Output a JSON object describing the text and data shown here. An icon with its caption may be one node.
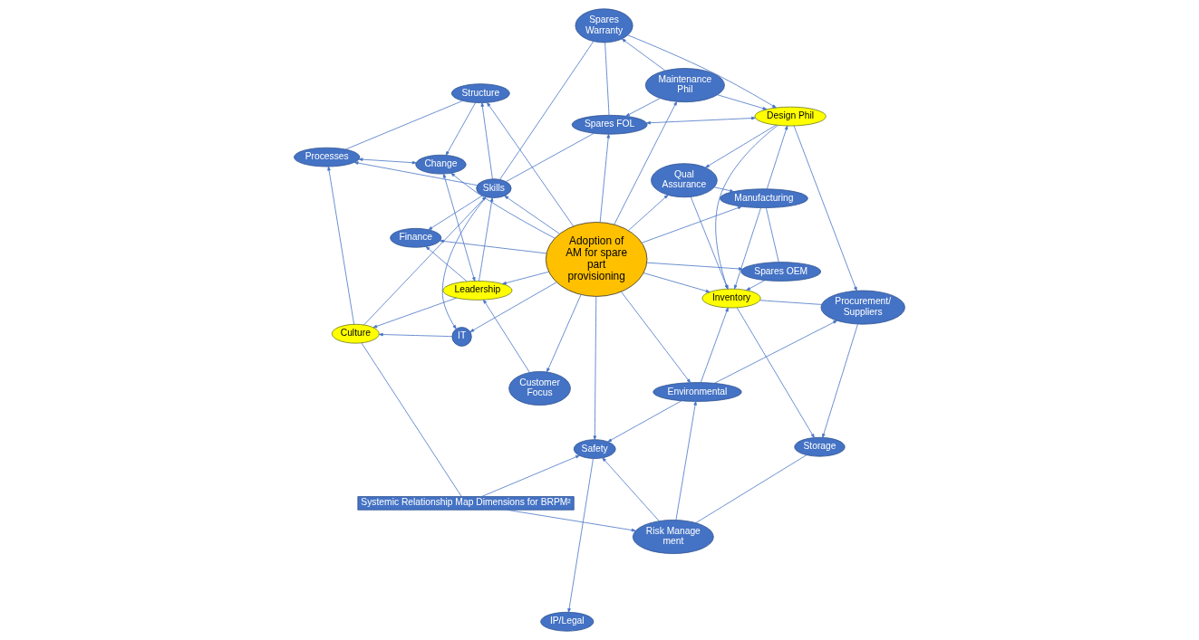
{
  "diagram": {
    "nodes": [
      {
        "text": [
          "Systemic Relationship Map Dimensions for BRPM²"
        ]
      },
      {
        "text": [
          "Culture"
        ]
      },
      {
        "text": [
          "IP/Legal"
        ]
      },
      {
        "text": [
          "Safety"
        ]
      },
      {
        "text": [
          "Risk Manage ment"
        ]
      },
      {
        "text": [
          "Storage"
        ]
      },
      {
        "text": [
          "Customer Focus"
        ]
      },
      {
        "text": [
          "Leadership"
        ]
      },
      {
        "text": [
          "IT"
        ]
      },
      {
        "text": [
          "Environmental"
        ]
      },
      {
        "text": [
          "Procurement/ Suppliers"
        ]
      },
      {
        "text": [
          "Finance"
        ]
      },
      {
        "text": [
          "Adoption of AM for spare part provisioning"
        ]
      },
      {
        "text": [
          "Inventory"
        ]
      },
      {
        "text": [
          "Change"
        ]
      },
      {
        "text": [
          "Skills"
        ]
      },
      {
        "text": [
          "Spares OEM"
        ]
      },
      {
        "text": [
          "Qual Assurance"
        ]
      },
      {
        "text": [
          "Processes"
        ]
      },
      {
        "text": [
          "Spares FOL"
        ]
      },
      {
        "text": [
          "Manufacturing"
        ]
      },
      {
        "text": [
          "Spares Warranty"
        ]
      },
      {
        "text": [
          "Structure"
        ]
      },
      {
        "text": [
          "Maintenance Phil"
        ]
      },
      {
        "text": [
          "Design Phil"
        ]
      }
    ],
    "edges": [
      {
        "from": 0,
        "to": 3,
        "arrow": "to"
      },
      {
        "from": 0,
        "to": 1,
        "arrow": "none"
      },
      {
        "from": 0,
        "to": 4,
        "arrow": "to"
      },
      {
        "from": 7,
        "to": 1,
        "arrow": "to"
      },
      {
        "from": 8,
        "to": 1,
        "arrow": "to"
      },
      {
        "from": 3,
        "to": 2,
        "arrow": "to"
      },
      {
        "from": 12,
        "to": 6,
        "arrow": "to"
      },
      {
        "from": 12,
        "to": 7,
        "arrow": "to"
      },
      {
        "from": 12,
        "to": 8,
        "arrow": "to"
      },
      {
        "from": 12,
        "to": 3,
        "arrow": "to"
      },
      {
        "from": 12,
        "to": 9,
        "arrow": "to"
      },
      {
        "from": 9,
        "to": 3,
        "arrow": "to"
      },
      {
        "from": 4,
        "to": 3,
        "arrow": "to"
      },
      {
        "from": 4,
        "to": 9,
        "arrow": "to"
      },
      {
        "from": 4,
        "to": 5,
        "arrow": "none"
      },
      {
        "from": 10,
        "to": 5,
        "arrow": "to"
      },
      {
        "from": 13,
        "to": 5,
        "arrow": "to"
      },
      {
        "from": 9,
        "to": 10,
        "arrow": "to"
      },
      {
        "from": 9,
        "to": 13,
        "arrow": "to"
      },
      {
        "from": 10,
        "to": 13,
        "arrow": "none"
      },
      {
        "from": 24,
        "to": 10,
        "arrow": "to"
      },
      {
        "from": 12,
        "to": 13,
        "arrow": "to"
      },
      {
        "from": 16,
        "to": 13,
        "arrow": "to"
      },
      {
        "from": 20,
        "to": 13,
        "arrow": "to"
      },
      {
        "from": 17,
        "to": 13,
        "arrow": "to"
      },
      {
        "from": 24,
        "to": 13,
        "arrow": "to"
      },
      {
        "from": 12,
        "to": 17,
        "arrow": "to"
      },
      {
        "from": 12,
        "to": 16,
        "arrow": "to"
      },
      {
        "from": 12,
        "to": 19,
        "arrow": "to"
      },
      {
        "from": 12,
        "to": 20,
        "arrow": "to"
      },
      {
        "from": 12,
        "to": 23,
        "arrow": "to"
      },
      {
        "from": 17,
        "to": 20,
        "arrow": "to"
      },
      {
        "from": 24,
        "to": 17,
        "arrow": "to"
      },
      {
        "from": 16,
        "to": 20,
        "arrow": "none"
      },
      {
        "from": 23,
        "to": 24,
        "arrow": "to"
      },
      {
        "from": 23,
        "to": 19,
        "arrow": "to"
      },
      {
        "from": 23,
        "to": 21,
        "arrow": "to"
      },
      {
        "from": 21,
        "to": 24,
        "arrow": "to"
      },
      {
        "from": 20,
        "to": 24,
        "arrow": "to"
      },
      {
        "from": 19,
        "to": 24,
        "arrow": "both"
      },
      {
        "from": 12,
        "to": 14,
        "arrow": "to"
      },
      {
        "from": 12,
        "to": 15,
        "arrow": "to"
      },
      {
        "from": 12,
        "to": 11,
        "arrow": "to"
      },
      {
        "from": 15,
        "to": 11,
        "arrow": "to"
      },
      {
        "from": 15,
        "to": 8,
        "arrow": "to"
      },
      {
        "from": 7,
        "to": 14,
        "arrow": "both"
      },
      {
        "from": 7,
        "to": 11,
        "arrow": "to"
      },
      {
        "from": 6,
        "to": 7,
        "arrow": "to"
      },
      {
        "from": 1,
        "to": 15,
        "arrow": "to"
      },
      {
        "from": 7,
        "to": 15,
        "arrow": "to"
      },
      {
        "from": 1,
        "to": 18,
        "arrow": "to"
      },
      {
        "from": 18,
        "to": 14,
        "arrow": "both"
      },
      {
        "from": 15,
        "to": 18,
        "arrow": "to"
      },
      {
        "from": 15,
        "to": 22,
        "arrow": "to"
      },
      {
        "from": 22,
        "to": 14,
        "arrow": "to"
      },
      {
        "from": 12,
        "to": 22,
        "arrow": "to"
      },
      {
        "from": 22,
        "to": 18,
        "arrow": "none"
      },
      {
        "from": 15,
        "to": 21,
        "arrow": "none"
      },
      {
        "from": 15,
        "to": 19,
        "arrow": "none"
      },
      {
        "from": 21,
        "to": 19,
        "arrow": "none"
      }
    ]
  }
}
